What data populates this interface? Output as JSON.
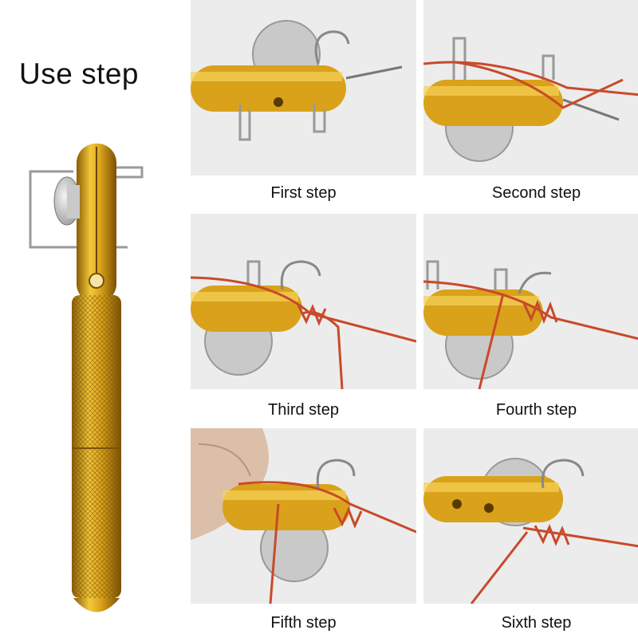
{
  "title": "Use step",
  "colors": {
    "gold": "#d9a21a",
    "line": "#c84a2a",
    "steel": "#b9b9b9",
    "bg": "#ececec"
  },
  "steps": [
    {
      "label": "First step"
    },
    {
      "label": "Second step"
    },
    {
      "label": "Third step"
    },
    {
      "label": "Fourth step"
    },
    {
      "label": "Fifth step"
    },
    {
      "label": "Sixth step"
    }
  ]
}
